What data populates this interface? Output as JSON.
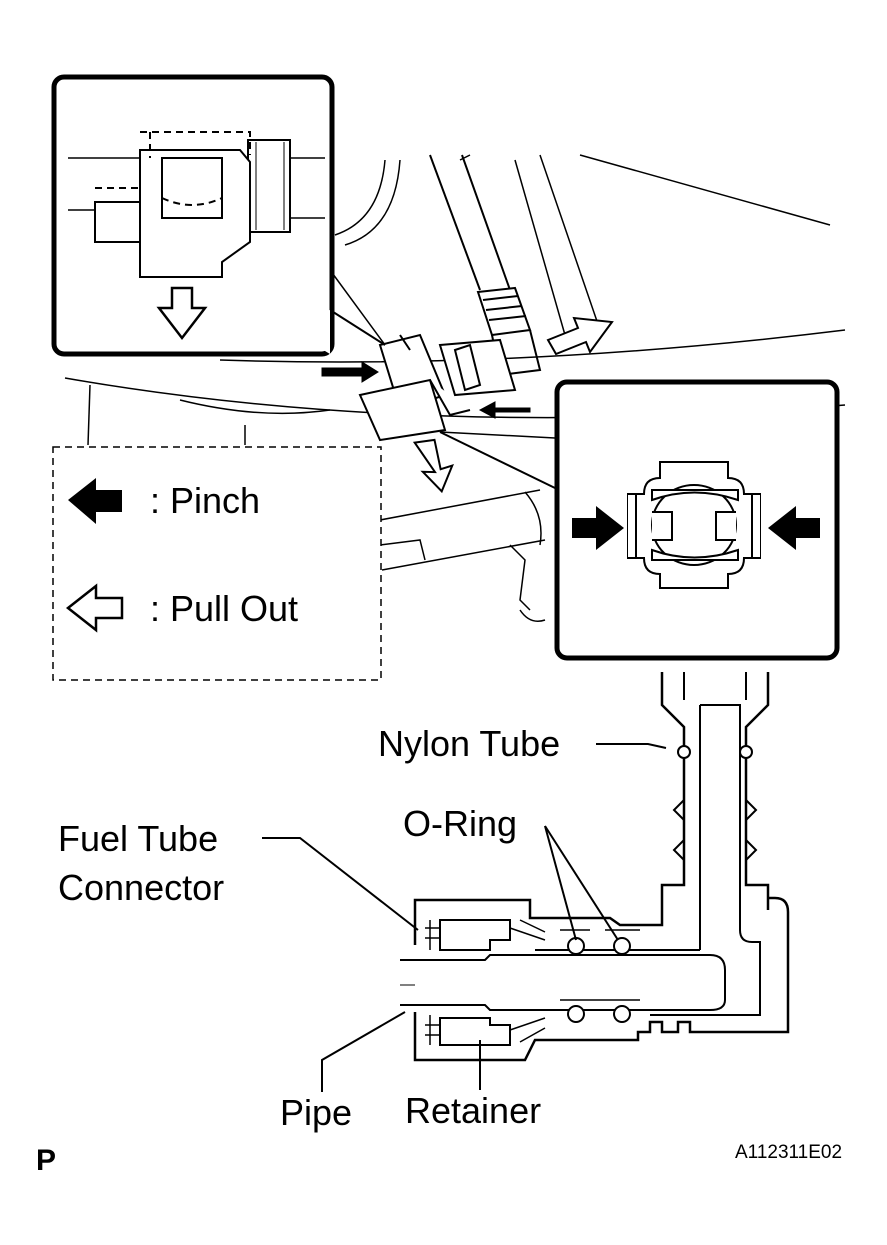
{
  "legend": {
    "pinch_label": ": Pinch",
    "pull_out_label": ": Pull Out"
  },
  "labels": {
    "nylon_tube": "Nylon Tube",
    "o_ring": "O-Ring",
    "fuel_tube_line1": "Fuel Tube",
    "fuel_tube_line2": "Connector",
    "pipe": "Pipe",
    "retainer": "Retainer"
  },
  "footer": {
    "page_marker": "P",
    "figure_code": "A112311E02"
  },
  "colors": {
    "line": "#000000",
    "background": "#ffffff"
  }
}
